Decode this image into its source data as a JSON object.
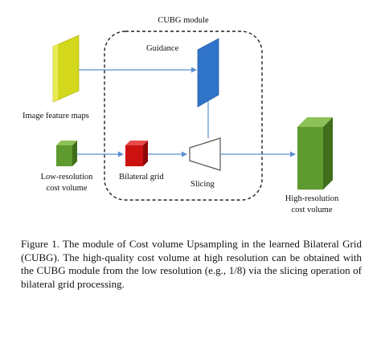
{
  "diagram": {
    "module_title": "CUBG module",
    "guidance_label": "Guidance",
    "image_feature_label": "Image feature maps",
    "low_res_label_line1": "Low-resolution",
    "low_res_label_line2": "cost volume",
    "bilateral_grid_label": "Bilateral grid",
    "slicing_label": "Slicing",
    "high_res_label_line1": "High-resolution",
    "high_res_label_line2": "cost volume",
    "colors": {
      "image_feature_maps": "#d4d81c",
      "guidance": "#2f74c9",
      "low_res_volume": "#5f9a2e",
      "bilateral_grid": "#cc1111",
      "high_res_volume": "#5f9a2e",
      "arrows": "#5b8fd0",
      "module_border": "#222222"
    }
  },
  "caption": {
    "text": "Figure 1. The module of Cost volume Upsampling in the learned Bilateral Grid (CUBG). The high-quality cost volume at high resolution can be obtained with the CUBG module from the low resolution (e.g., 1/8) via the slicing operation of bilateral grid processing."
  }
}
